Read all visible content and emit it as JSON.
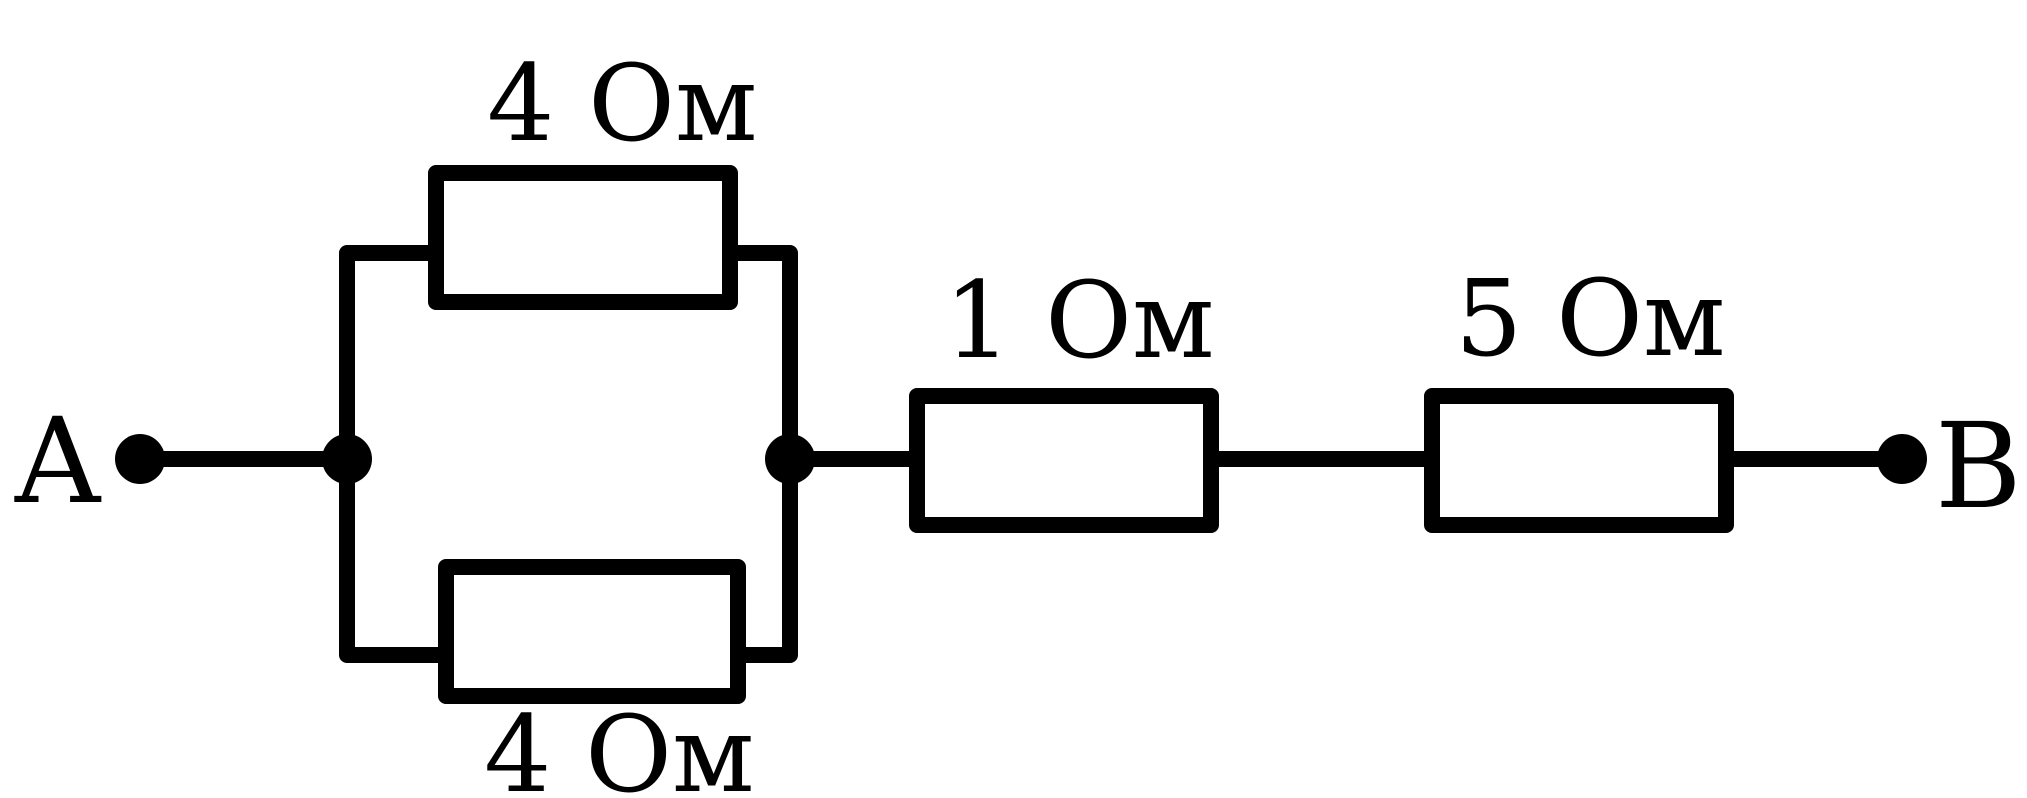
{
  "diagram": {
    "terminals": [
      {
        "label": "A"
      },
      {
        "label": "B"
      }
    ],
    "resistors": [
      {
        "label": "4 Ом",
        "resistance": 4,
        "unit": "Ом"
      },
      {
        "label": "4 Ом",
        "resistance": 4,
        "unit": "Ом"
      },
      {
        "label": "1 Ом",
        "resistance": 1,
        "unit": "Ом"
      },
      {
        "label": "5 Ом",
        "resistance": 5,
        "unit": "Ом"
      }
    ]
  }
}
